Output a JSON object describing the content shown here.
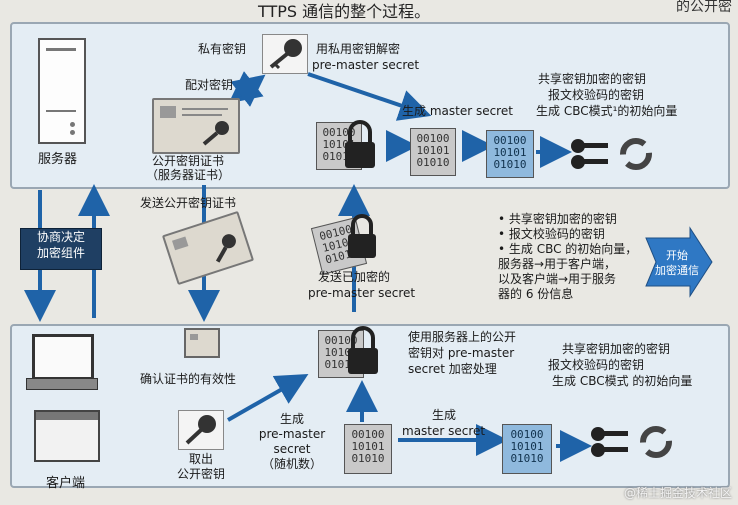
{
  "header": {
    "title_fragment": "TTPS 通信的整个过程。",
    "title_right": "的公开密"
  },
  "server_panel": {
    "server_label": "服务器",
    "private_key_label": "私有密钥",
    "pair_key_label": "配对密钥",
    "cert_label_line1": "公开密钥证书",
    "cert_label_line2": "（服务器证书）",
    "decrypt_line1": "用私用密钥解密",
    "decrypt_line2": "pre-master secret",
    "gen_master_label": "生成 master secret",
    "shared_line1": "共享密钥加密的密钥",
    "shared_line2": "报文校验码的密钥",
    "shared_line3": "生成 CBC模式¹的初始向量"
  },
  "middle": {
    "negotiate_line1": "协商决定",
    "negotiate_line2": "加密组件",
    "send_cert_label": "发送公开密钥证书",
    "send_encrypted_line1": "发送已加密的",
    "send_encrypted_line2": "pre-master secret",
    "bullets": [
      "• 共享密钥加密的密钥",
      "• 报文校验码的密钥",
      "• 生成 CBC 的初始向量，",
      "  服务器→用于客户端，",
      "  以及客户端→用于服务",
      "  器的 6 份信息"
    ],
    "start_line1": "开始",
    "start_line2": "加密通信"
  },
  "client_panel": {
    "client_label": "客户端",
    "verify_cert_label": "确认证书的有效性",
    "take_key_line1": "取出",
    "take_key_line2": "公开密钥",
    "gen_pre_line1": "生成",
    "gen_pre_line2": "pre-master",
    "gen_pre_line3": "secret",
    "gen_pre_line4": "（随机数）",
    "encrypt_line1": "使用服务器上的公开",
    "encrypt_line2": "密钥对 pre-master",
    "encrypt_line3": "secret 加密处理",
    "gen_master_label": "生成",
    "gen_master_label2": "master secret",
    "shared_line1": "共享密钥加密的密钥",
    "shared_line2": "报文校验码的密钥",
    "shared_line3": "生成 CBC模式 的初始向量"
  },
  "data_blocks": {
    "row1": "00100",
    "row2": "10101",
    "row3": "01010"
  },
  "watermark": "@稀土掘金技术社区",
  "colors": {
    "arrow": "#1f63a8",
    "panel": "#e4edf4",
    "dark_box": "#1f3f63",
    "start_arrow": "#2f78c4"
  }
}
